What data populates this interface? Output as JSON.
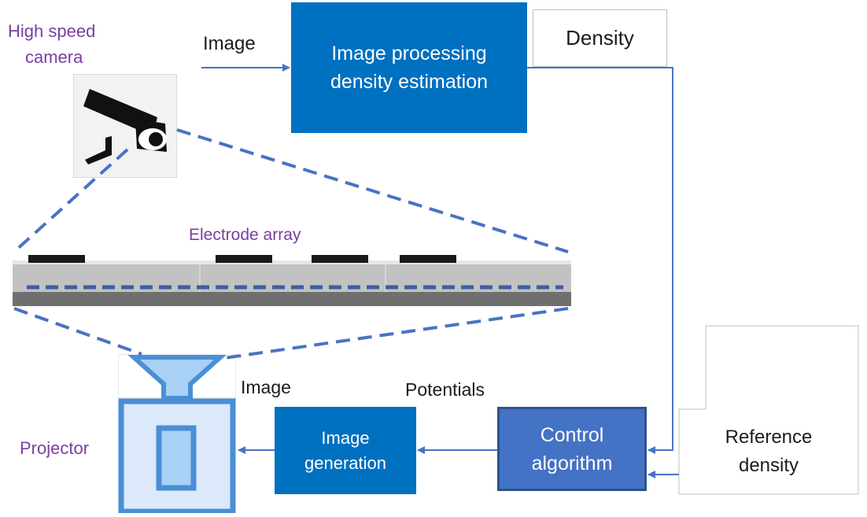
{
  "labels": {
    "camera_line1": "High speed",
    "camera_line2": "camera",
    "image_top": "Image",
    "density": "Density",
    "electrode_array": "Electrode array",
    "image_bottom": "Image",
    "potentials": "Potentials",
    "projector": "Projector"
  },
  "boxes": {
    "processing_line1": "Image processing",
    "processing_line2": "density estimation",
    "generation_line1": "Image",
    "generation_line2": "generation",
    "control_line1": "Control",
    "control_line2": "algorithm",
    "reference_line1": "Reference",
    "reference_line2": "density"
  },
  "colors": {
    "dark_blue": "#0070c0",
    "mid_blue": "#4472c4",
    "arrow_blue": "#4a72c4",
    "purple_text": "#7a3fa0",
    "projector_fill": "#dbe9fb",
    "projector_stroke": "#4a8fd6"
  },
  "icons": {
    "camera": "security-camera-icon",
    "projector": "projector-icon",
    "electrode": "electrode-array-cross-section"
  }
}
